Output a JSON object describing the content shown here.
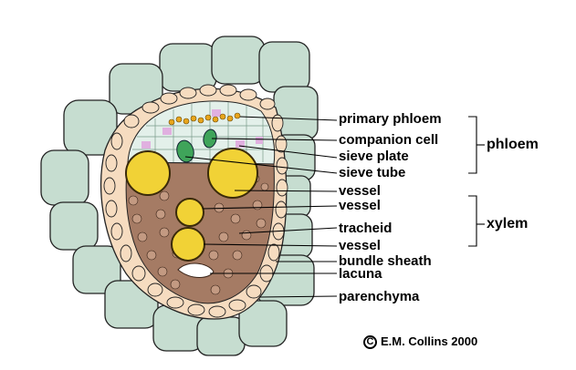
{
  "labels": {
    "primary_phloem": "primary phloem",
    "companion_cell": "companion cell",
    "sieve_plate": "sieve plate",
    "sieve_tube": "sieve tube",
    "vessel_1": "vessel",
    "vessel_2": "vessel",
    "tracheid": "tracheid",
    "vessel_3": "vessel",
    "bundle_sheath": "bundle sheath",
    "lacuna": "lacuna",
    "parenchyma": "parenchyma"
  },
  "groups": {
    "phloem": "phloem",
    "xylem": "xylem"
  },
  "credit": {
    "symbol": "C",
    "text": "E.M. Collins 2000"
  },
  "colors": {
    "parenchyma": "#c6ddd0",
    "bundle_sheath": "#f6dcc0",
    "phloem_cells": "#e3f0ea",
    "xylem_tissue": "#a57b64",
    "vessel": "#f1d236",
    "companion_cell": "#3fa45a",
    "sieve_plate": "#e8a51c",
    "phloem_accent": "#e0b0e0"
  }
}
